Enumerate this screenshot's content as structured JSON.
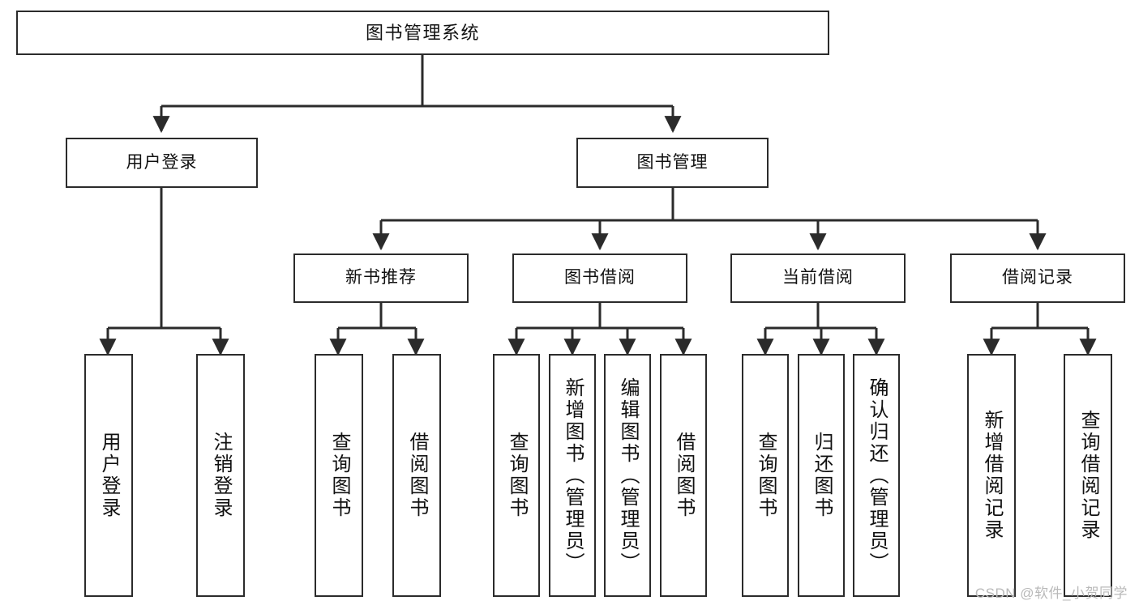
{
  "diagram": {
    "type": "tree-hierarchy",
    "title": "图书管理系统",
    "theme": {
      "background": "#ffffff",
      "box_border": "#2b2b2b",
      "box_fill": "#ffffff",
      "edge_color": "#2b2b2b",
      "text_color": "#111111",
      "watermark_color": "#b9b9b9"
    }
  },
  "root": {
    "label": "图书管理系统"
  },
  "level2": [
    {
      "label": "用户登录"
    },
    {
      "label": "图书管理"
    }
  ],
  "level3": [
    {
      "label": "新书推荐"
    },
    {
      "label": "图书借阅"
    },
    {
      "label": "当前借阅"
    },
    {
      "label": "借阅记录"
    }
  ],
  "leaves": [
    {
      "label": "用户登录",
      "parent": "用户登录"
    },
    {
      "label": "注销登录",
      "parent": "用户登录"
    },
    {
      "label": "查询图书",
      "parent": "新书推荐"
    },
    {
      "label": "借阅图书",
      "parent": "新书推荐"
    },
    {
      "label": "查询图书",
      "parent": "图书借阅"
    },
    {
      "label": "新增图书（管理员）",
      "parent": "图书借阅"
    },
    {
      "label": "编辑图书（管理员）",
      "parent": "图书借阅"
    },
    {
      "label": "借阅图书",
      "parent": "图书借阅"
    },
    {
      "label": "查询图书",
      "parent": "当前借阅"
    },
    {
      "label": "归还图书",
      "parent": "当前借阅"
    },
    {
      "label": "确认归还（管理员）",
      "parent": "当前借阅"
    },
    {
      "label": "新增借阅记录",
      "parent": "借阅记录"
    },
    {
      "label": "查询借阅记录",
      "parent": "借阅记录"
    }
  ],
  "watermark": {
    "text": "CSDN @软件_小贺同学"
  }
}
